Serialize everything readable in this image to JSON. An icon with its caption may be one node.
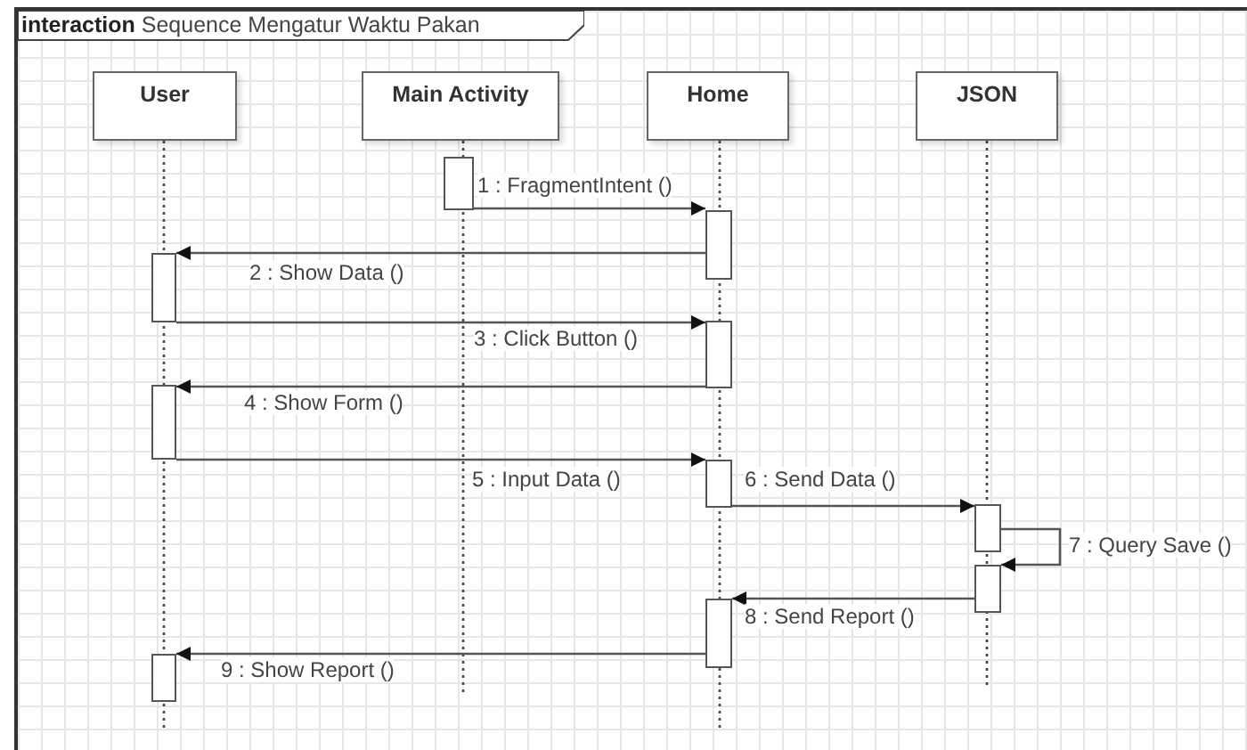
{
  "diagram": {
    "title": "**interaction** Sequence Mengatur Waktu Pakan",
    "nodes": [
      {
        "text": [
          "User"
        ]
      },
      {
        "text": [
          "Main Activity"
        ]
      },
      {
        "text": [
          "Home"
        ]
      },
      {
        "text": [
          "JSON"
        ]
      },
      {
        "text": [],
        "shape": "bar"
      },
      {
        "text": [],
        "shape": "bar"
      },
      {
        "text": [],
        "shape": "bar"
      },
      {
        "text": [],
        "shape": "bar"
      },
      {
        "text": [],
        "shape": "bar"
      },
      {
        "text": [],
        "shape": "bar"
      },
      {
        "text": [],
        "shape": "bar"
      },
      {
        "text": [],
        "shape": "bar"
      },
      {
        "text": [],
        "shape": "bar"
      },
      {
        "text": [],
        "shape": "bar"
      }
    ],
    "edges": [
      {
        "from": 4,
        "to": 5,
        "arrow": "to",
        "label": "1 : FragmentIntent ()"
      },
      {
        "from": 5,
        "to": 6,
        "arrow": "to",
        "label": "2 : Show Data ()"
      },
      {
        "from": 6,
        "to": 7,
        "arrow": "to",
        "label": "3 : Click Button ()"
      },
      {
        "from": 7,
        "to": 8,
        "arrow": "to",
        "label": "4 : Show Form ()"
      },
      {
        "from": 8,
        "to": 9,
        "arrow": "to",
        "label": "5 : Input Data ()"
      },
      {
        "from": 9,
        "to": 10,
        "arrow": "to",
        "label": "6 : Send Data ()"
      },
      {
        "from": 10,
        "to": 11,
        "arrow": "to",
        "label": "7 : Query Save ()"
      },
      {
        "from": 11,
        "to": 12,
        "arrow": "to",
        "label": "8 : Send Report ()"
      },
      {
        "from": 12,
        "to": 13,
        "arrow": "to",
        "label": "9 : Show Report ()"
      }
    ]
  }
}
